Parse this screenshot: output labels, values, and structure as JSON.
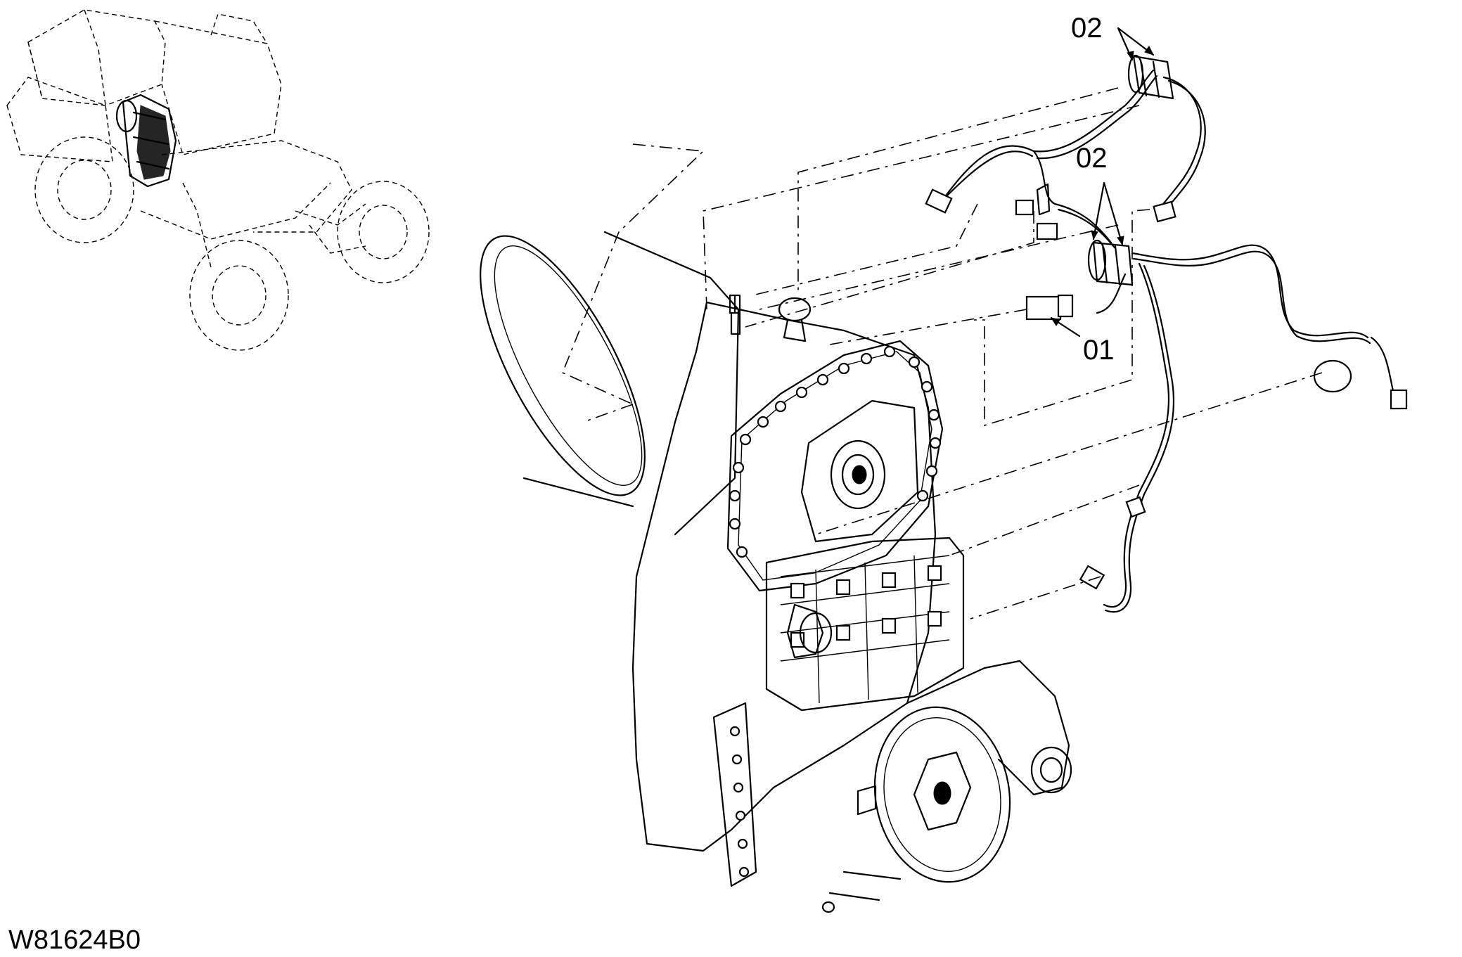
{
  "callouts": {
    "harness_clip_top": "02",
    "harness_clip_mid": "02",
    "connector": "01"
  },
  "figure_code": "W81624B0",
  "colors": {
    "ink": "#000000",
    "paper": "#ffffff"
  }
}
